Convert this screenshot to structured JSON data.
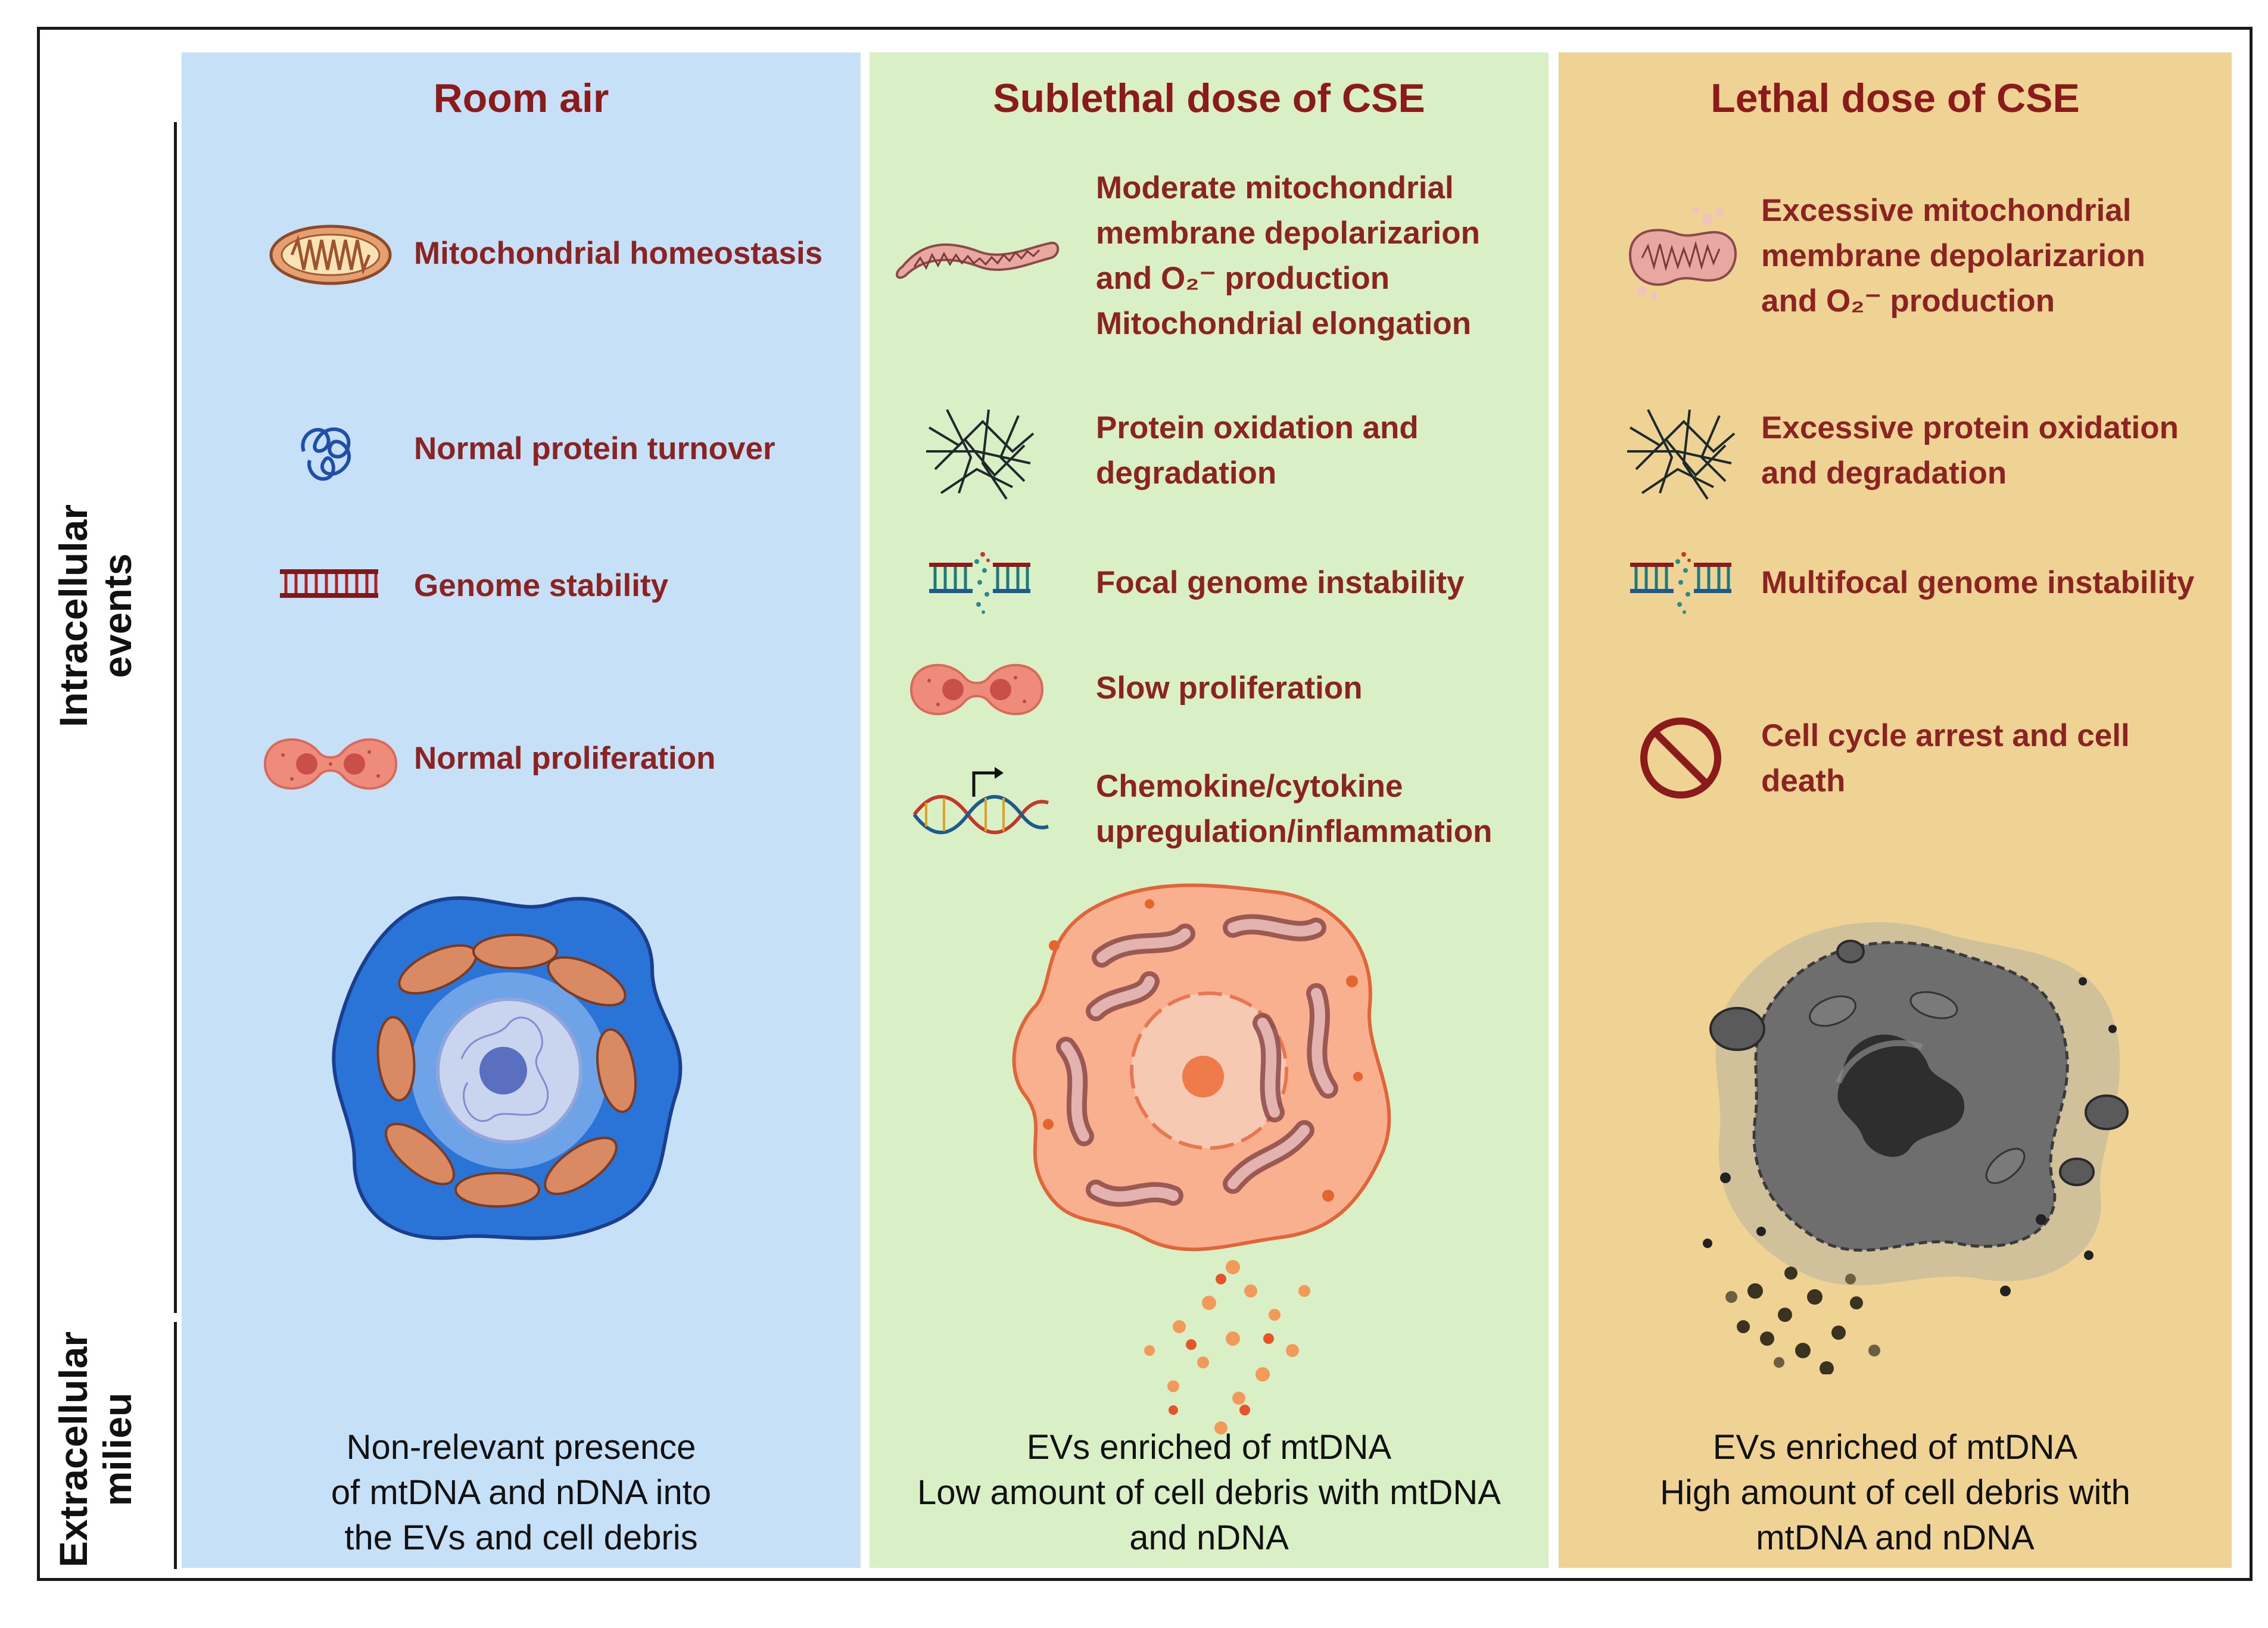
{
  "side": {
    "intracellular": [
      "Intracellular",
      "events"
    ],
    "extracellular": [
      "Extracellular",
      "milieu"
    ]
  },
  "panels": [
    {
      "title": "Room air",
      "items": [
        {
          "lines": [
            "Mitochondrial homeostasis"
          ]
        },
        {
          "lines": [
            "Normal protein turnover"
          ]
        },
        {
          "lines": [
            "Genome stability"
          ]
        },
        {
          "lines": [
            "Normal proliferation"
          ]
        }
      ],
      "bottom": [
        "Non-relevant presence",
        "of mtDNA and nDNA into",
        "the EVs and cell debris"
      ]
    },
    {
      "title": "Sublethal dose of CSE",
      "items": [
        {
          "lines": [
            "Moderate mitochondrial",
            "membrane depolarizarion",
            "and O₂⁻ production",
            "Mitochondrial elongation"
          ]
        },
        {
          "lines": [
            "Protein oxidation and",
            "degradation"
          ]
        },
        {
          "lines": [
            "Focal genome instability"
          ]
        },
        {
          "lines": [
            "Slow proliferation"
          ]
        },
        {
          "lines": [
            "Chemokine/cytokine",
            "upregulation/inflammation"
          ]
        }
      ],
      "bottom": [
        "EVs enriched of mtDNA",
        "Low amount of cell debris with mtDNA",
        "and nDNA"
      ]
    },
    {
      "title": "Lethal dose of CSE",
      "items": [
        {
          "lines": [
            "Excessive mitochondrial",
            "membrane depolarizarion",
            "and O₂⁻ production"
          ]
        },
        {
          "lines": [
            "Excessive protein oxidation",
            "and degradation"
          ]
        },
        {
          "lines": [
            "Multifocal genome instability"
          ]
        },
        {
          "lines": [
            "Cell cycle arrest and cell",
            "death"
          ]
        }
      ],
      "bottom": [
        "EVs enriched of mtDNA",
        "High amount of cell debris with",
        "mtDNA and nDNA"
      ]
    }
  ],
  "colors": {
    "title": "#8b1a1a",
    "item_text": "#8b2323",
    "panel_room_air": "#c6e0f7",
    "panel_sublethal": "#d9f0c6",
    "panel_lethal": "#efd394"
  }
}
